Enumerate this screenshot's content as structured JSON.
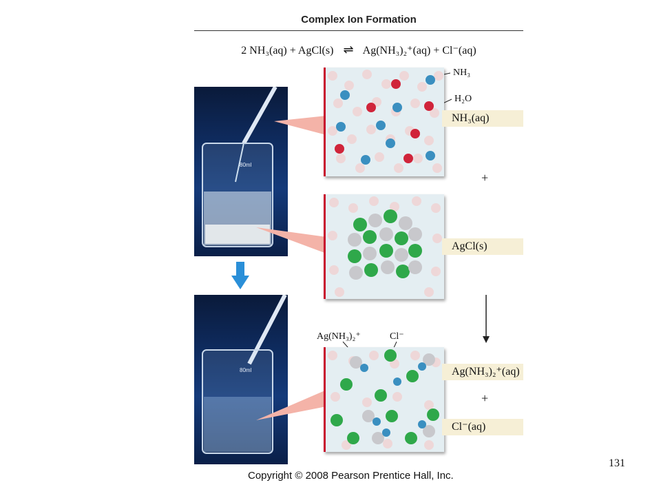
{
  "title": "Complex Ion Formation",
  "equation": {
    "left": "2 NH₃(aq) + AgCl(s)",
    "arrow": "⇌",
    "right": "Ag(NH₃)₂⁺(aq) + Cl⁻(aq)"
  },
  "panels": {
    "ammonia": {
      "label": "NH₃(aq)",
      "callout_nh3": "NH₃",
      "callout_h2o": "H₂O"
    },
    "agcl": {
      "label": "AgCl(s)"
    },
    "complex": {
      "label_complex": "Ag(NH₃)₂⁺(aq)",
      "label_chloride": "Cl⁻(aq)",
      "callout_complex": "Ag(NH₃)₂⁺",
      "callout_chloride": "Cl⁻"
    }
  },
  "plus": "+",
  "page_number": "131",
  "copyright": "Copyright © 2008 Pearson Prentice Hall, Inc.",
  "colors": {
    "leader": "#c8102e",
    "callout_fill": "#f4b3a8",
    "label_bg": "#f6efd6",
    "nh3": "#3a8fc0",
    "h2o": "#d0243a",
    "chlorine": "#2fa84a",
    "silver": "#c8c8cc",
    "arrow_blue": "#2a8fd8"
  },
  "icons": {
    "down_arrow": "down-arrow-icon",
    "reaction_arrow": "reaction-arrow-icon"
  }
}
